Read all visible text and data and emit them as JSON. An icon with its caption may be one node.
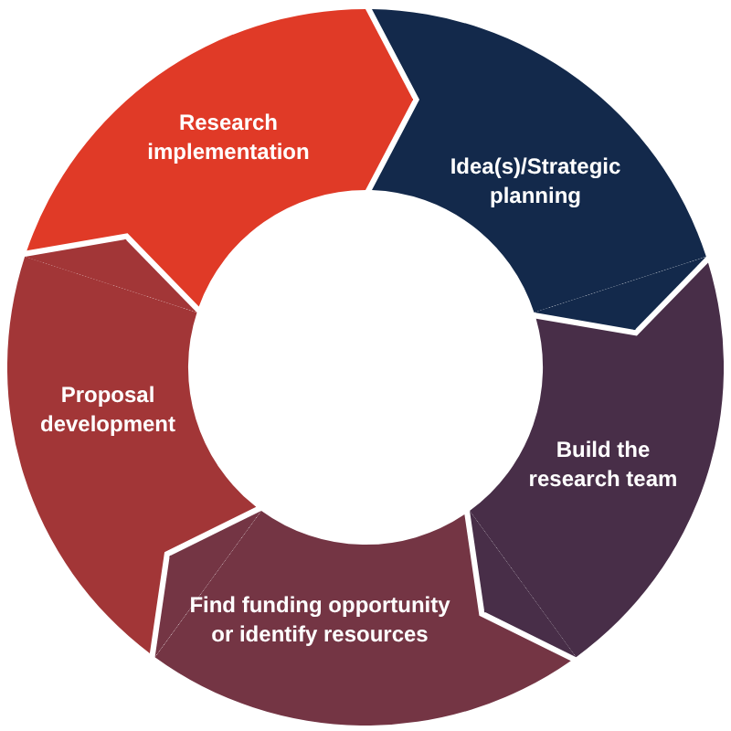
{
  "diagram": {
    "nodes": [
      {
        "text": [
          "Idea(s)/Strategic planning"
        ]
      },
      {
        "text": [
          "Build the research team"
        ]
      },
      {
        "text": [
          "Find funding opportunity or identify resources"
        ]
      },
      {
        "text": [
          "Proposal development"
        ]
      },
      {
        "text": [
          "Research implementation"
        ]
      }
    ],
    "edges": [
      {
        "from": 0,
        "to": 1,
        "arrow": "to",
        "color": "#13294b"
      },
      {
        "from": 1,
        "to": 2,
        "arrow": "to",
        "color": "#482e48"
      },
      {
        "from": 2,
        "to": 3,
        "arrow": "to",
        "color": "#743544"
      },
      {
        "from": 3,
        "to": 4,
        "arrow": "to",
        "color": "#a23637"
      },
      {
        "from": 4,
        "to": 0,
        "arrow": "to",
        "color": "#e03a27"
      }
    ]
  }
}
